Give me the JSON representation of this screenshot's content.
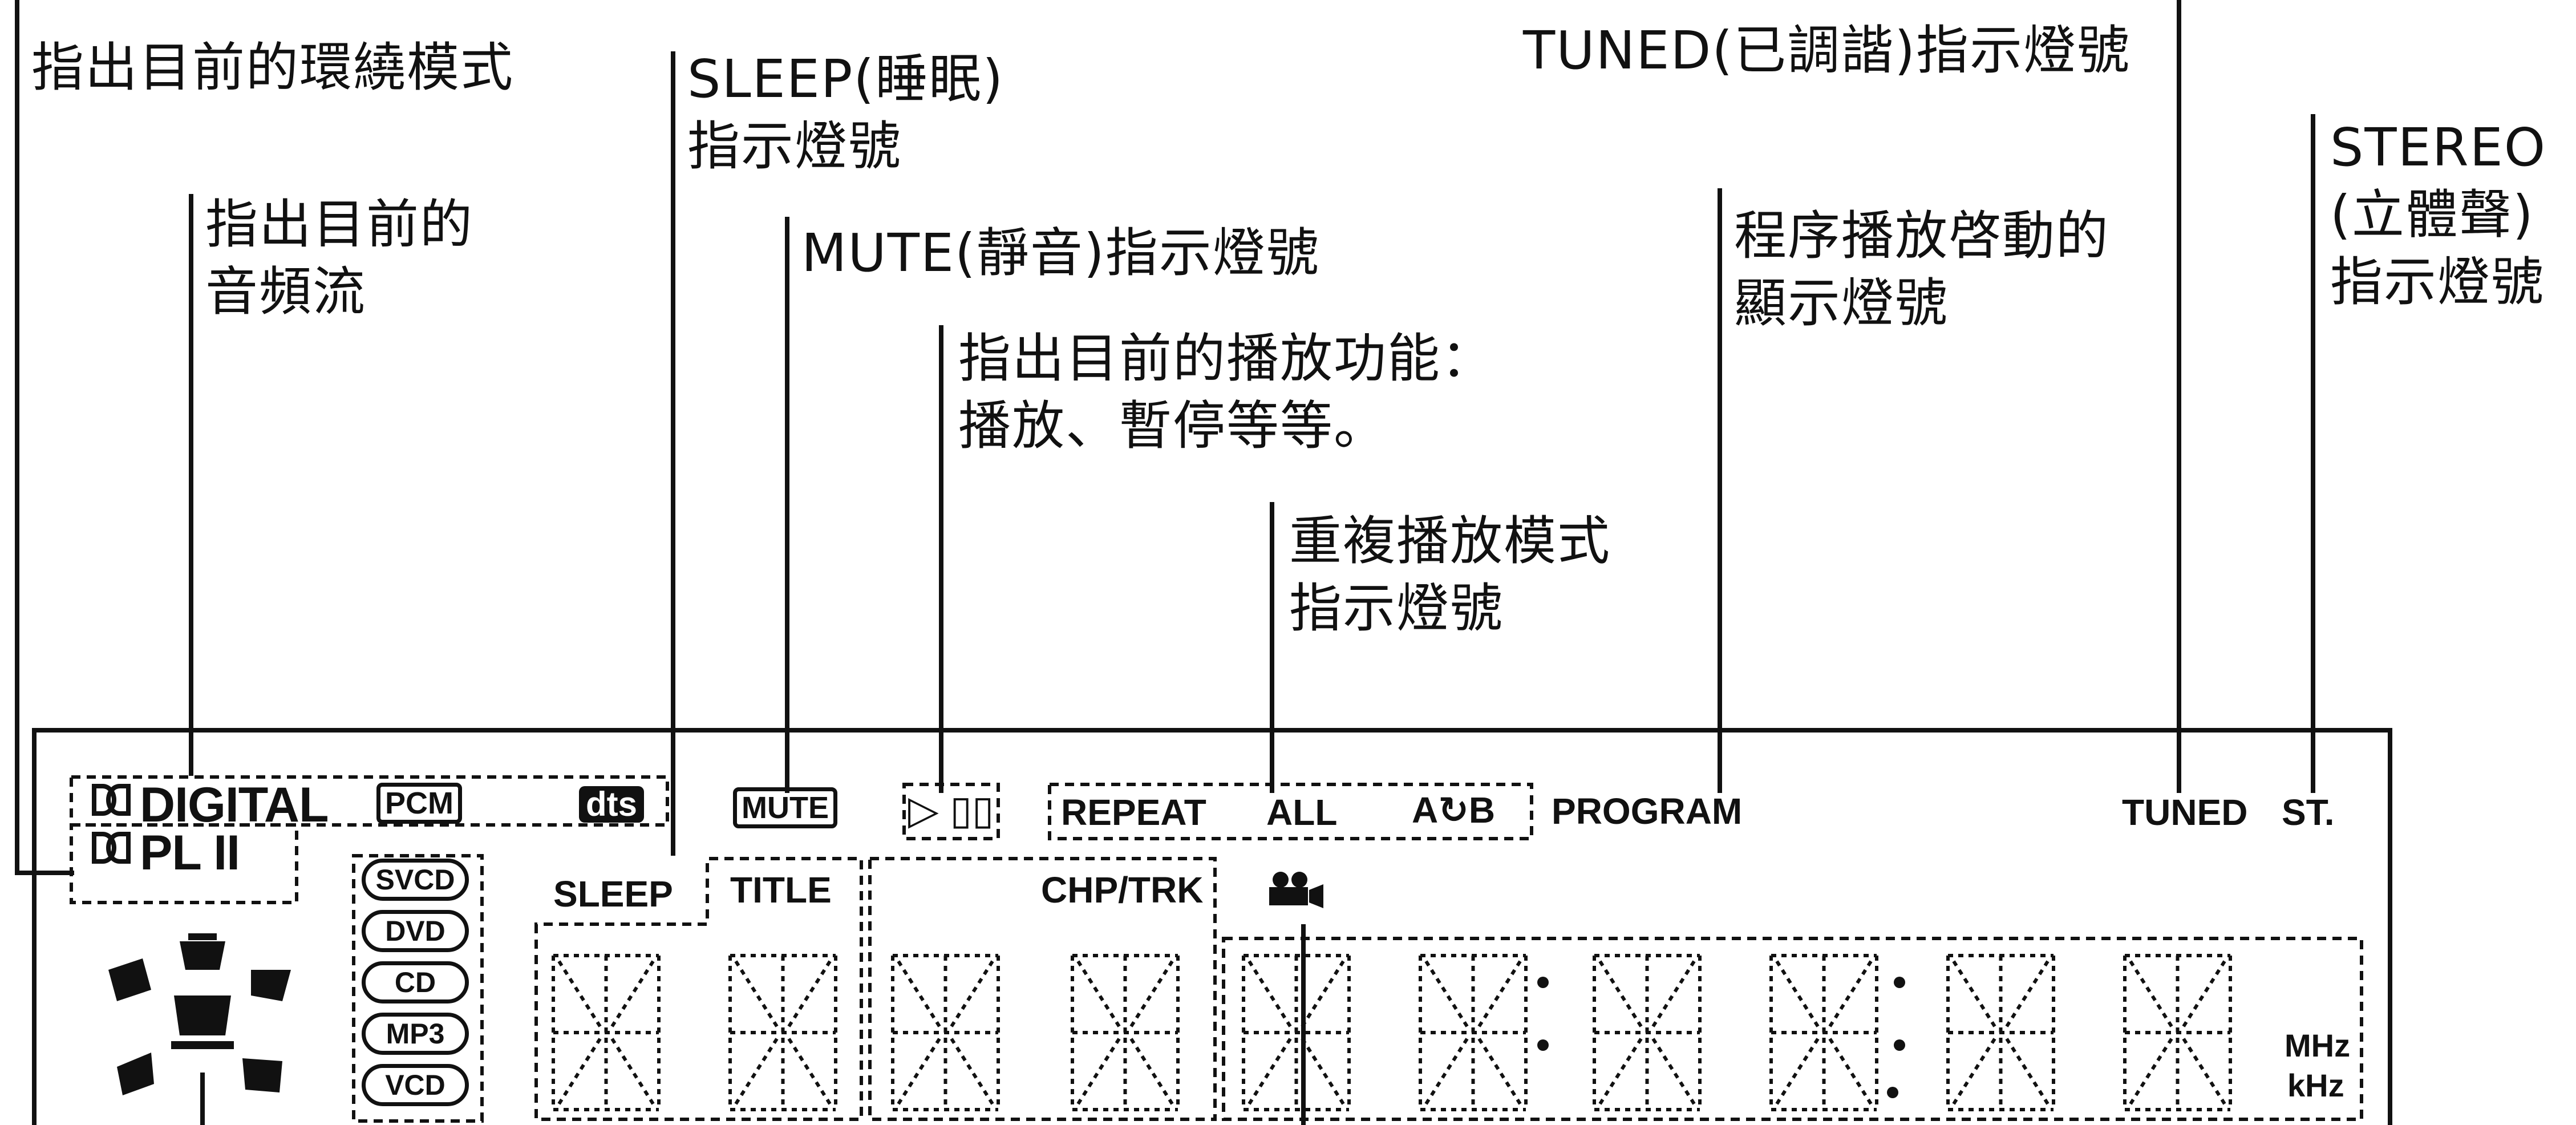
{
  "annotations": {
    "surround_mode": "指出目前的環繞模式",
    "sleep": [
      "SLEEP(睡眠)",
      "指示燈號"
    ],
    "tuned": "TUNED(已調諧)指示燈號",
    "stereo": [
      "STEREO",
      "(立體聲)",
      "指示燈號"
    ],
    "audio_stream": [
      "指出目前的",
      "音頻流"
    ],
    "mute": "MUTE(靜音)指示燈號",
    "program": [
      "程序播放啓動的",
      "顯示燈號"
    ],
    "playback": [
      "指出目前的播放功能：",
      "播放、暫停等等。"
    ],
    "repeat": [
      "重複播放模式",
      "指示燈號"
    ]
  },
  "display": {
    "digital": "DIGITAL",
    "pcm": "PCM",
    "dts": "dts",
    "pl2": "PL II",
    "mute": "MUTE",
    "play_pause": "▷ ▯▯",
    "repeat": "REPEAT",
    "all": "ALL",
    "ab": "A↻B",
    "program": "PROGRAM",
    "tuned": "TUNED",
    "st": "ST.",
    "sleep": "SLEEP",
    "title": "TITLE",
    "chp_trk": "CHP/TRK",
    "discs": [
      "SVCD",
      "DVD",
      "CD",
      "MP3",
      "VCD"
    ],
    "mhz": "MHz",
    "khz": "kHz"
  }
}
